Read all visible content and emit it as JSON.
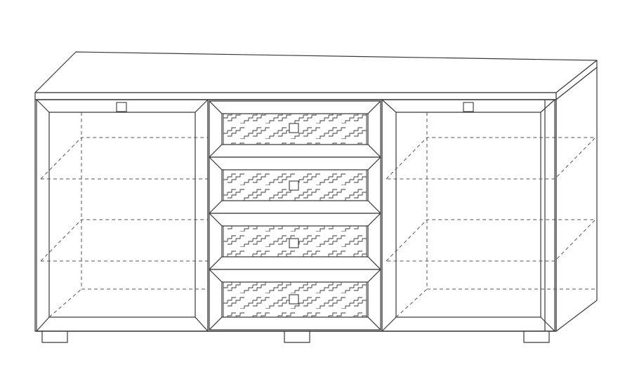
{
  "drawing": {
    "subject": "sideboard-line-drawing",
    "line_color": "#3a3a3a",
    "hidden_line_color": "#555555",
    "background": "#ffffff",
    "drawer_count": 4,
    "open_compartments": 2,
    "shelves_per_compartment": 2,
    "feet_count": 3,
    "drawer_front_pattern": "zigzag-stepped",
    "icons": [
      "door-handle-icon",
      "drawer-knob-icon"
    ]
  }
}
